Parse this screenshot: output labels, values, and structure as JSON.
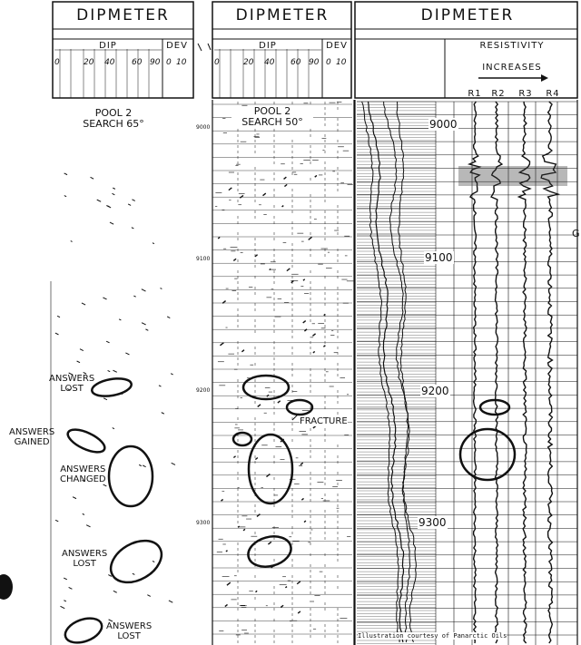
{
  "headers": {
    "panel1": {
      "title": "DIPMETER",
      "dip": "DIP",
      "dev": "DEV",
      "dip_ticks": [
        "0",
        "20",
        "40",
        "60",
        "90"
      ],
      "dev_ticks": [
        "0",
        "10"
      ]
    },
    "panel2": {
      "title": "DIPMETER",
      "dip": "DIP",
      "dev": "DEV",
      "dip_ticks": [
        "0",
        "20",
        "40",
        "60",
        "90"
      ],
      "dev_ticks": [
        "0",
        "10"
      ]
    },
    "panel3": {
      "title": "DIPMETER",
      "resistivity": "RESISTIVITY",
      "increases": "INCREASES",
      "curves": [
        "R1",
        "R2",
        "R3",
        "R4"
      ]
    }
  },
  "pool1": {
    "line1": "POOL 2",
    "line2": "SEARCH 65°"
  },
  "pool2": {
    "line1": "POOL 2",
    "line2": "SEARCH 50°"
  },
  "annotations": {
    "lost1": "ANSWERS\nLOST",
    "gained": "ANSWERS\nGAINED",
    "changed": "ANSWERS\nCHANGED",
    "lost2": "ANSWERS\nLOST",
    "lost3": "ANSWERS\nLOST",
    "fracture": "FRACTURE"
  },
  "depths": [
    "9000",
    "9100",
    "9200",
    "9300"
  ],
  "small_depths": [
    "9000",
    "9100",
    "9200",
    "9300"
  ],
  "credit": "Illustration courtesy of Panarctic Oils",
  "edge_letter": "G"
}
